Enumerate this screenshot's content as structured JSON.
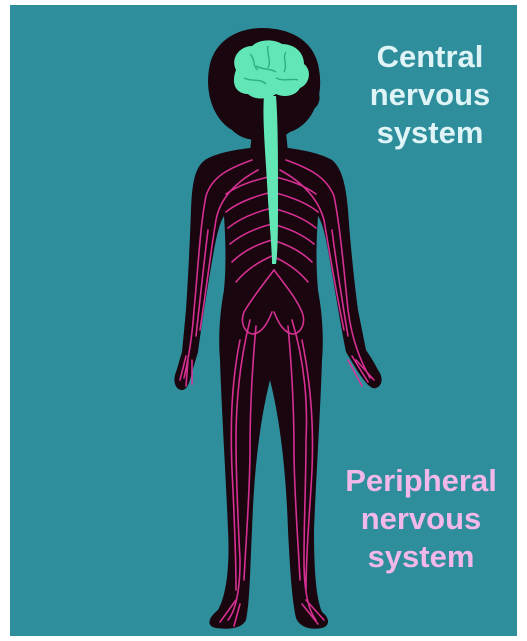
{
  "colors": {
    "background": "#2e8e9c",
    "margin": "#ffffff",
    "body": "#1a060e",
    "nerves": "#e0339a",
    "cns": "#63e6b6",
    "cns_label": "#dff4f6",
    "pns_label": "#f2b8e9"
  },
  "labels": {
    "cns": {
      "line1": "Central",
      "line2": "nervous",
      "line3": "system"
    },
    "pns": {
      "line1": "Peripheral",
      "line2": "nervous",
      "line3": "system"
    }
  },
  "icons": {
    "figure": "human-silhouette",
    "brain": "brain-icon",
    "spinal_cord": "spinal-cord",
    "nerves": "peripheral-nerves"
  }
}
